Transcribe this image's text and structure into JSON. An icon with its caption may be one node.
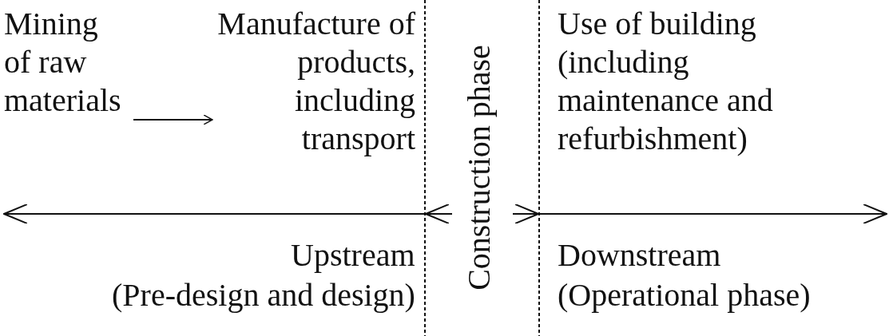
{
  "diagram": {
    "nodes": [
      {
        "text": [
          "Mining of raw materials"
        ]
      },
      {
        "text": [
          "Manufacture of products, including transport"
        ]
      },
      {
        "text": [
          "Use of building (including maintenance and refurbishment)"
        ]
      }
    ],
    "edges": [
      {
        "from": 0,
        "to": 1,
        "arrow": "to"
      }
    ],
    "labels": [
      "Construction phase",
      "Upstream",
      "(Pre-design and design)",
      "Downstream",
      "(Operational phase)"
    ]
  }
}
